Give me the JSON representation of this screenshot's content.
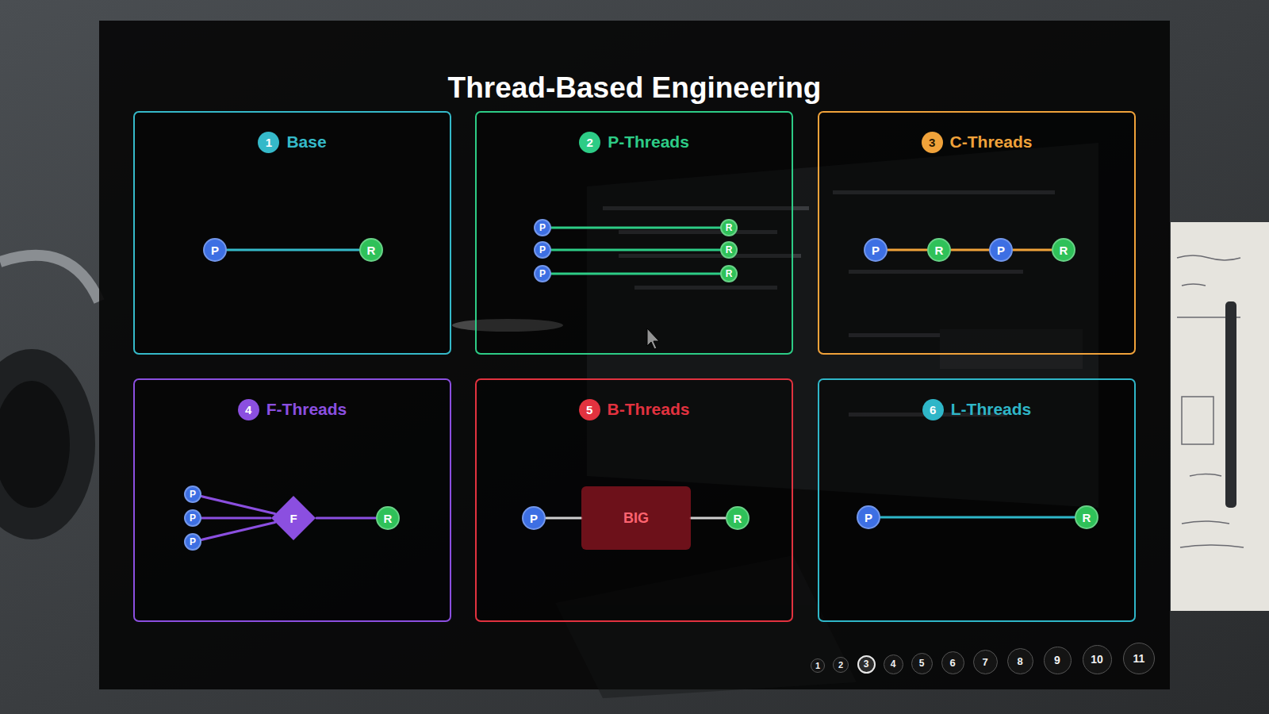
{
  "diagram": {
    "title": "Thread-Based Engineering",
    "nodes": [
      {
        "text": [
          "Base"
        ]
      },
      {
        "text": [
          "1"
        ],
        "in": 0
      },
      {
        "text": [
          "P"
        ],
        "in": 0
      },
      {
        "text": [
          "R"
        ],
        "in": 0
      },
      {
        "text": [
          "P-Threads"
        ]
      },
      {
        "text": [
          "2"
        ],
        "in": 4
      },
      {
        "text": [
          "P"
        ],
        "in": 4
      },
      {
        "text": [
          "P"
        ],
        "in": 4
      },
      {
        "text": [
          "P"
        ],
        "in": 4
      },
      {
        "text": [
          "R"
        ],
        "in": 4
      },
      {
        "text": [
          "R"
        ],
        "in": 4
      },
      {
        "text": [
          "R"
        ],
        "in": 4
      },
      {
        "text": [
          "C-Threads"
        ]
      },
      {
        "text": [
          "3"
        ],
        "in": 12
      },
      {
        "text": [
          "P"
        ],
        "in": 12
      },
      {
        "text": [
          "R"
        ],
        "in": 12
      },
      {
        "text": [
          "P"
        ],
        "in": 12
      },
      {
        "text": [
          "R"
        ],
        "in": 12
      },
      {
        "text": [
          "F-Threads"
        ]
      },
      {
        "text": [
          "4"
        ],
        "in": 18
      },
      {
        "text": [
          "P"
        ],
        "in": 18
      },
      {
        "text": [
          "P"
        ],
        "in": 18
      },
      {
        "text": [
          "P"
        ],
        "in": 18
      },
      {
        "text": [
          "F"
        ],
        "in": 18
      },
      {
        "text": [
          "R"
        ],
        "in": 18
      },
      {
        "text": [
          "B-Threads"
        ]
      },
      {
        "text": [
          "5"
        ],
        "in": 25
      },
      {
        "text": [
          "P"
        ],
        "in": 25
      },
      {
        "text": [
          "BIG"
        ],
        "in": 25
      },
      {
        "text": [
          "R"
        ],
        "in": 25
      },
      {
        "text": [
          "L-Threads"
        ]
      },
      {
        "text": [
          "6"
        ],
        "in": 30
      },
      {
        "text": [
          "P"
        ],
        "in": 30
      },
      {
        "text": [
          "R"
        ],
        "in": 30
      },
      {
        "text": [
          "1"
        ]
      },
      {
        "text": [
          "2"
        ]
      },
      {
        "text": [
          "3"
        ]
      },
      {
        "text": [
          "4"
        ]
      },
      {
        "text": [
          "5"
        ]
      },
      {
        "text": [
          "6"
        ]
      },
      {
        "text": [
          "7"
        ]
      },
      {
        "text": [
          "8"
        ]
      },
      {
        "text": [
          "9"
        ]
      },
      {
        "text": [
          "10"
        ]
      },
      {
        "text": [
          "11"
        ]
      }
    ],
    "edges": [
      {
        "from": 2,
        "to": 3,
        "arrow": "none"
      },
      {
        "from": 6,
        "to": 9,
        "arrow": "none"
      },
      {
        "from": 7,
        "to": 10,
        "arrow": "none"
      },
      {
        "from": 8,
        "to": 11,
        "arrow": "none"
      },
      {
        "from": 14,
        "to": 15,
        "arrow": "none"
      },
      {
        "from": 15,
        "to": 16,
        "arrow": "none"
      },
      {
        "from": 16,
        "to": 17,
        "arrow": "none"
      },
      {
        "from": 20,
        "to": 23,
        "arrow": "none"
      },
      {
        "from": 21,
        "to": 23,
        "arrow": "none"
      },
      {
        "from": 22,
        "to": 23,
        "arrow": "none"
      },
      {
        "from": 23,
        "to": 24,
        "arrow": "none"
      },
      {
        "from": 27,
        "to": 28,
        "arrow": "none"
      },
      {
        "from": 28,
        "to": 29,
        "arrow": "none"
      },
      {
        "from": 32,
        "to": 33,
        "arrow": "none"
      }
    ]
  }
}
